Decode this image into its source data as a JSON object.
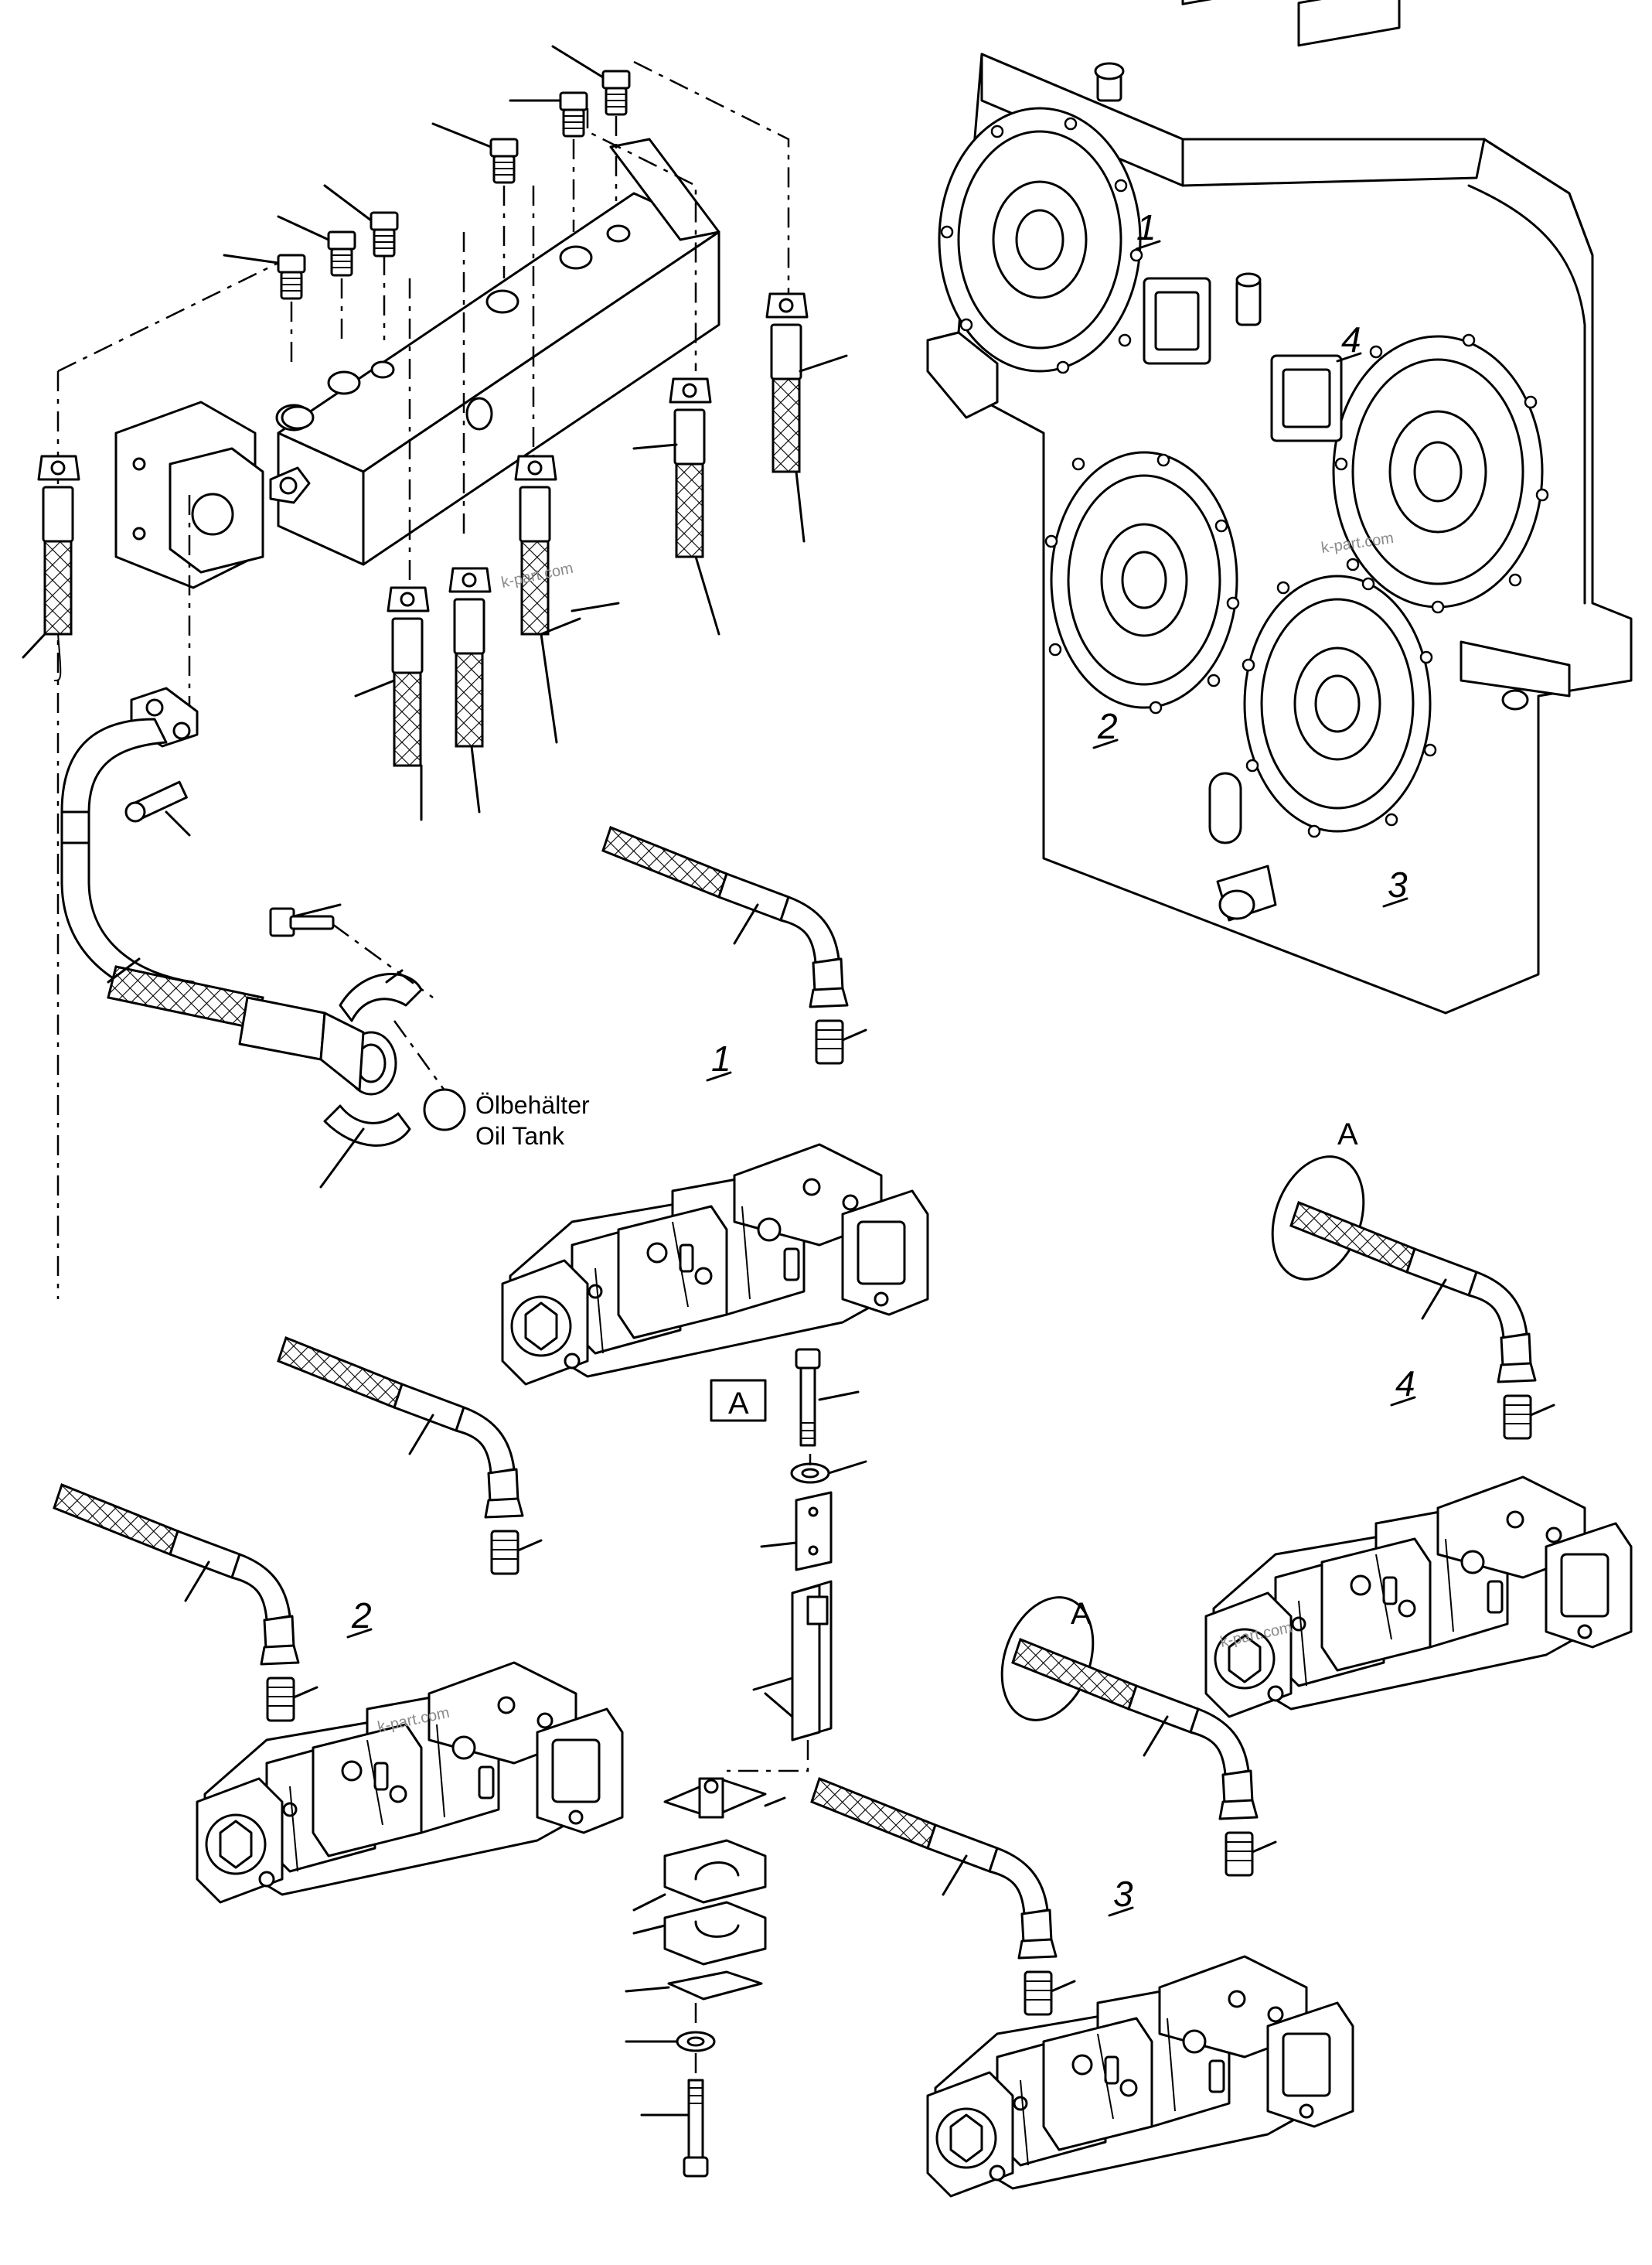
{
  "labels": {
    "tank_de": "Ölbehälter",
    "tank_en": "Oil Tank",
    "view_a_box": "A",
    "view_a_1": "A",
    "view_a_2": "A",
    "pump_1": "1",
    "pump_2": "2",
    "pump_3": "3",
    "pump_4": "4",
    "gear_1": "1",
    "gear_2": "2",
    "gear_3": "3",
    "gear_4": "4"
  },
  "watermarks": [
    "k-part.com",
    "k-part.com",
    "k-part.com",
    "k-part.com"
  ],
  "colors": {
    "ink": "#000000",
    "paper": "#ffffff",
    "watermark": "#8a8a8a"
  }
}
